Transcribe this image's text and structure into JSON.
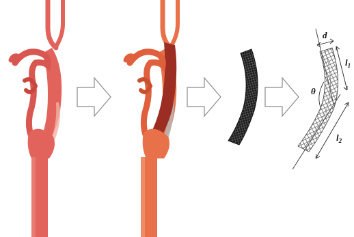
{
  "figure": {
    "panels": [
      {
        "id": "vessel-model",
        "description_key": "carotid-vessel"
      },
      {
        "id": "vessel-highlighted-segment",
        "description_key": "carotid-vessel-segment"
      },
      {
        "id": "mesh-segment",
        "description_key": "dark-mesh"
      },
      {
        "id": "stent-geometry",
        "description_key": "stent-lattice"
      }
    ],
    "labels": {
      "d": "d",
      "l1": "l",
      "l1_sub": "1",
      "theta": "θ",
      "l2": "l",
      "l2_sub": "2"
    },
    "colors": {
      "vessel": "#e2635c",
      "vessel_dark": "#c94640",
      "vessel_orange": "#e8714a",
      "segment": "#9b2d22",
      "mesh": "#1b1b1b",
      "arrow_stroke": "#8a8a8a"
    }
  }
}
